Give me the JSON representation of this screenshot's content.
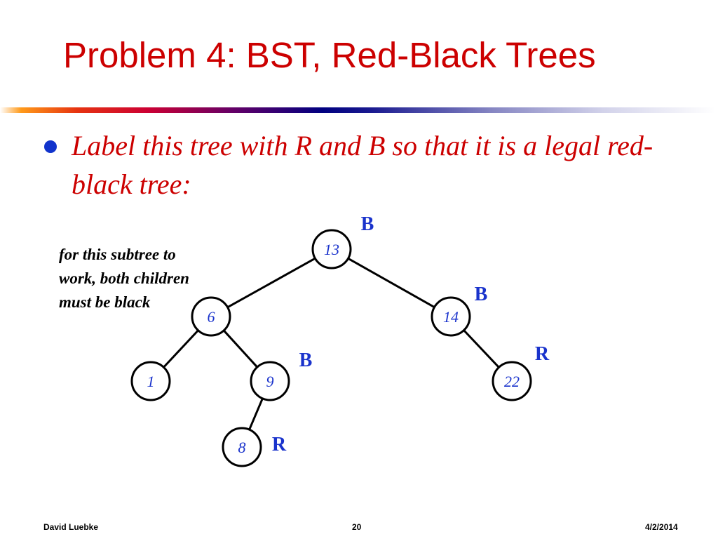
{
  "title": "Problem 4: BST, Red-Black Trees",
  "bullet": "Label this tree with R and B so that it is a legal red-black tree:",
  "annotation": [
    "for this subtree to",
    "work, both children",
    "must be black"
  ],
  "tree": {
    "nodes": [
      {
        "id": "n13",
        "value": "13",
        "color_label": "B"
      },
      {
        "id": "n6",
        "value": "6",
        "color_label": ""
      },
      {
        "id": "n14",
        "value": "14",
        "color_label": "B"
      },
      {
        "id": "n1",
        "value": "1",
        "color_label": ""
      },
      {
        "id": "n9",
        "value": "9",
        "color_label": "B"
      },
      {
        "id": "n22",
        "value": "22",
        "color_label": "R"
      },
      {
        "id": "n8",
        "value": "8",
        "color_label": "R"
      }
    ],
    "edges": [
      [
        "n13",
        "n6"
      ],
      [
        "n13",
        "n14"
      ],
      [
        "n6",
        "n1"
      ],
      [
        "n6",
        "n9"
      ],
      [
        "n14",
        "n22"
      ],
      [
        "n9",
        "n8"
      ]
    ]
  },
  "footer": {
    "author": "David Luebke",
    "page": "20",
    "date": "4/2/2014"
  },
  "colors": {
    "title": "#cc0000",
    "bullet_text": "#cc0000",
    "bullet_dot": "#1133cc",
    "node_value": "#1a33cc",
    "color_label": "#1a33cc",
    "node_stroke": "#000000"
  }
}
